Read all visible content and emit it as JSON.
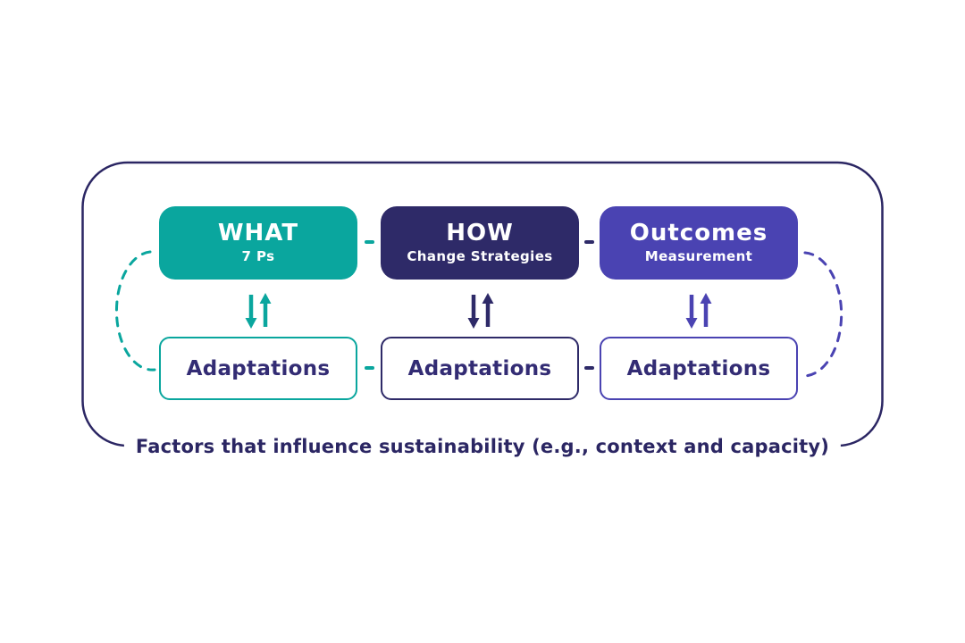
{
  "diagram": {
    "columns": [
      {
        "id": "what",
        "title": "WHAT",
        "subtitle": "7 Ps",
        "adaptation_label": "Adaptations",
        "color": "#0aa69e"
      },
      {
        "id": "how",
        "title": "HOW",
        "subtitle": "Change Strategies",
        "adaptation_label": "Adaptations",
        "color": "#2e2a68"
      },
      {
        "id": "outcomes",
        "title": "Outcomes",
        "subtitle": "Measurement",
        "adaptation_label": "Adaptations",
        "color": "#4a43b2"
      }
    ],
    "footer_label": "Factors that influence sustainability (e.g., context and capacity)",
    "icons": {
      "arrows": "down-up-arrows-icon",
      "left_arc": "dashed-feedback-arc-left",
      "right_arc": "dashed-feedback-arc-right"
    },
    "colors": {
      "teal": "#0aa69e",
      "navy": "#2e2a68",
      "purple": "#4a43b2",
      "frame": "#2b2663",
      "text_dark": "#332c74",
      "background": "#ffffff"
    }
  }
}
